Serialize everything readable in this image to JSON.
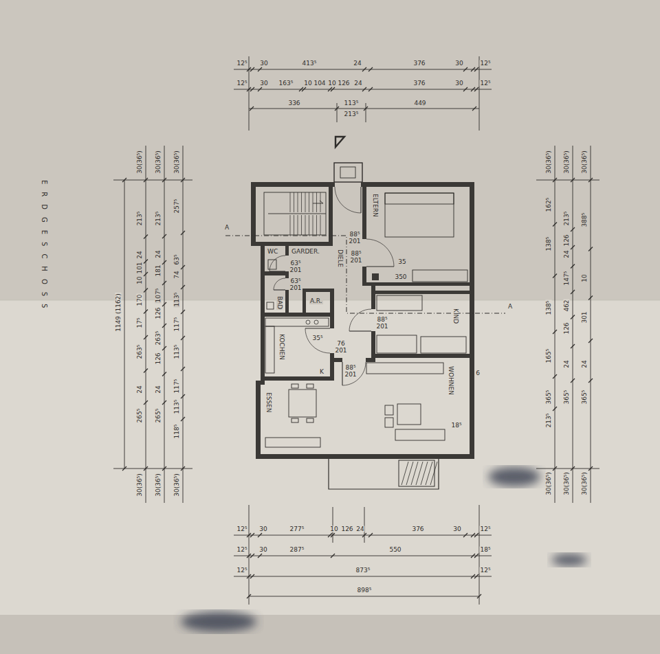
{
  "diagram": {
    "title": "ERDGESCHOSS",
    "nodes": [
      {
        "text": [
          "ELTERN"
        ]
      },
      {
        "text": [
          "WC"
        ]
      },
      {
        "text": [
          "GARDER."
        ]
      },
      {
        "text": [
          "DIELE"
        ]
      },
      {
        "text": [
          "BAD"
        ]
      },
      {
        "text": [
          "A.R."
        ]
      },
      {
        "text": [
          "KIND"
        ]
      },
      {
        "text": [
          "KOCHEN"
        ]
      },
      {
        "text": [
          "WOHNEN"
        ]
      },
      {
        "text": [
          "ESSEN"
        ]
      }
    ],
    "labels": [
      "12⁵",
      "30",
      "413⁵",
      "24",
      "376",
      "30",
      "12⁵",
      "12⁵",
      "30",
      "163⁵",
      "10",
      "104",
      "10",
      "126",
      "24",
      "376",
      "30",
      "12⁵",
      "336",
      "113⁵",
      "449",
      "213⁵",
      "30(36⁵)",
      "30(36⁵)",
      "30(36⁵)",
      "213⁵",
      "24",
      "101",
      "10",
      "170",
      "17⁵",
      "263⁵",
      "24",
      "265⁵",
      "213⁵",
      "24",
      "181",
      "107⁵",
      "126",
      "263⁵",
      "126",
      "24",
      "265⁵",
      "257⁵",
      "63⁵",
      "74",
      "113⁵",
      "117⁵",
      "113⁵",
      "117⁵",
      "113⁵",
      "118⁵",
      "1149 (1162)",
      "30(36⁵)",
      "30(36⁵)",
      "30(36⁵)",
      "30(36⁵)",
      "30(36⁵)",
      "30(36⁵)",
      "162⁵",
      "138⁵",
      "138⁵",
      "165⁵",
      "365⁵",
      "213⁵",
      "213⁵",
      "126",
      "24",
      "147⁵",
      "462",
      "126",
      "24",
      "365⁵",
      "388⁵",
      "10",
      "301",
      "24",
      "365⁵",
      "30(36⁵)",
      "30(36⁵)",
      "30(36⁵)",
      "12⁵",
      "30",
      "277⁵",
      "10",
      "126",
      "24",
      "376",
      "30",
      "12⁵",
      "12⁵",
      "30",
      "287⁵",
      "550",
      "18⁵",
      "12⁵",
      "873⁵",
      "12⁵",
      "898⁵",
      "88⁵",
      "201",
      "88⁵",
      "201",
      "63⁵",
      "201",
      "63⁵",
      "201",
      "35",
      "350",
      "88⁵",
      "201",
      "35⁵",
      "76",
      "201",
      "88⁵",
      "201",
      "6",
      "18⁵",
      "A",
      "A",
      "K"
    ]
  }
}
